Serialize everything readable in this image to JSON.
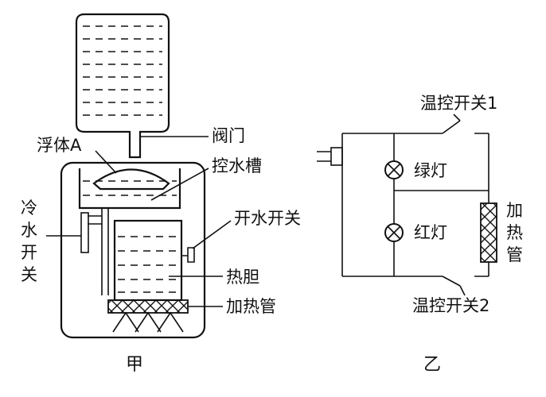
{
  "figure_jia": {
    "caption": "甲",
    "labels": {
      "float": "浮体A",
      "valve": "阀门",
      "control_tank": "控水槽",
      "cold_switch": [
        "冷",
        "水",
        "开",
        "关"
      ],
      "hot_switch": "开水开关",
      "hot_tank": "热胆",
      "heater": "加热管"
    }
  },
  "figure_yi": {
    "caption": "乙",
    "labels": {
      "switch1": "温控开关1",
      "switch2": "温控开关2",
      "green_lamp": "绿灯",
      "red_lamp": "红灯",
      "heater": [
        "加",
        "热",
        "管"
      ]
    }
  },
  "colors": {
    "ink": "#111111",
    "paper": "#ffffff"
  }
}
